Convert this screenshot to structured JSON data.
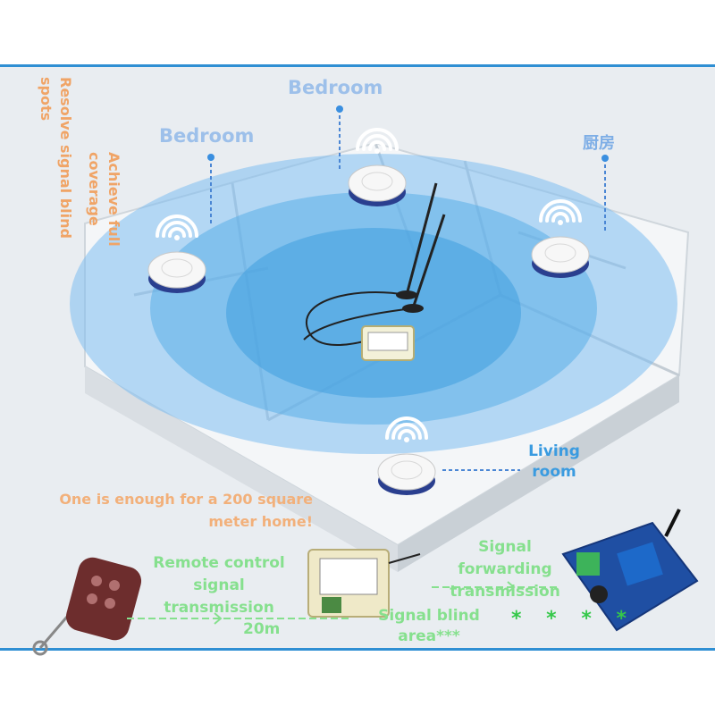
{
  "rooms": {
    "bedroom_top": "Bedroom",
    "bedroom_left": "Bedroom",
    "kitchen": "厨房",
    "living": "Living room"
  },
  "callouts": {
    "resolve": "Resolve signal blind spots",
    "achieve": "Achieve full coverage",
    "one_enough": "One is enough for a 200 square meter home!"
  },
  "bottom": {
    "remote_signal": "Remote control signal transmission",
    "distance": "20m",
    "blind_area": "Signal blind area***",
    "forwarding": "Signal forwarding transmission",
    "stars": "* * * *"
  },
  "colors": {
    "frame": "#2f8fd3",
    "coverage_outer": "#8fc6ee",
    "coverage_inner": "#3f9fdf",
    "green_text": "#86e08e",
    "orange_text": "#f2b07a"
  }
}
